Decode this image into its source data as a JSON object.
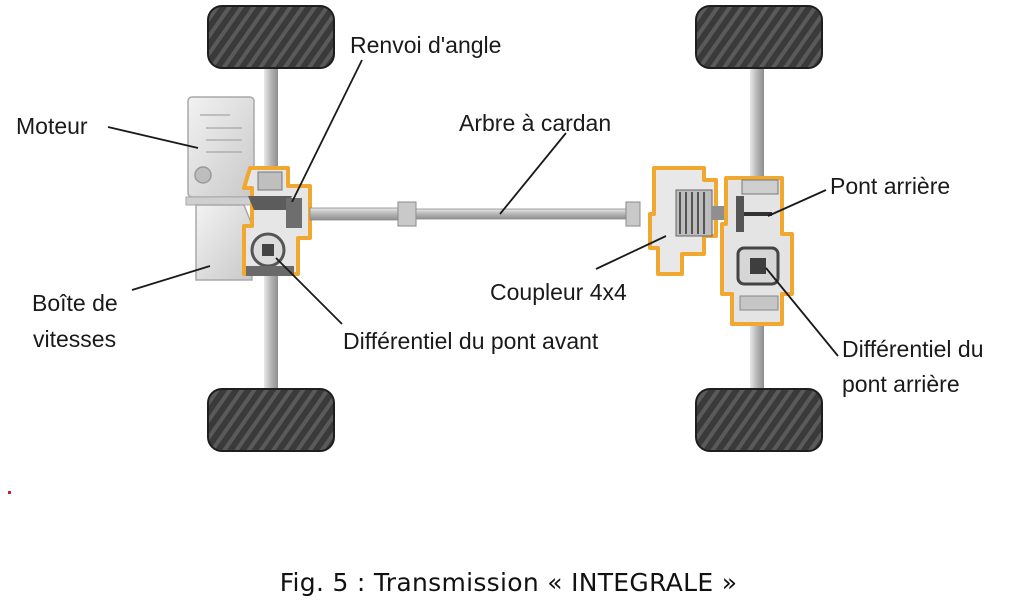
{
  "labels": {
    "moteur": "Moteur",
    "renvoi": "Renvoi d'angle",
    "cardan": "Arbre à cardan",
    "pont_arriere": "Pont arrière",
    "boite_line1": "Boîte de",
    "boite_line2": "vitesses",
    "coupleur": "Coupleur 4x4",
    "diff_avant": "Différentiel du pont avant",
    "diff_arriere_line1": "Différentiel du",
    "diff_arriere_line2": "pont arrière"
  },
  "caption": "Fig. 5 : Transmission « INTEGRALE »",
  "colors": {
    "highlight": "#f0a830",
    "axle": "#bcbcbc",
    "tire": "#2e2e2e",
    "component": "#d8d8d8"
  }
}
